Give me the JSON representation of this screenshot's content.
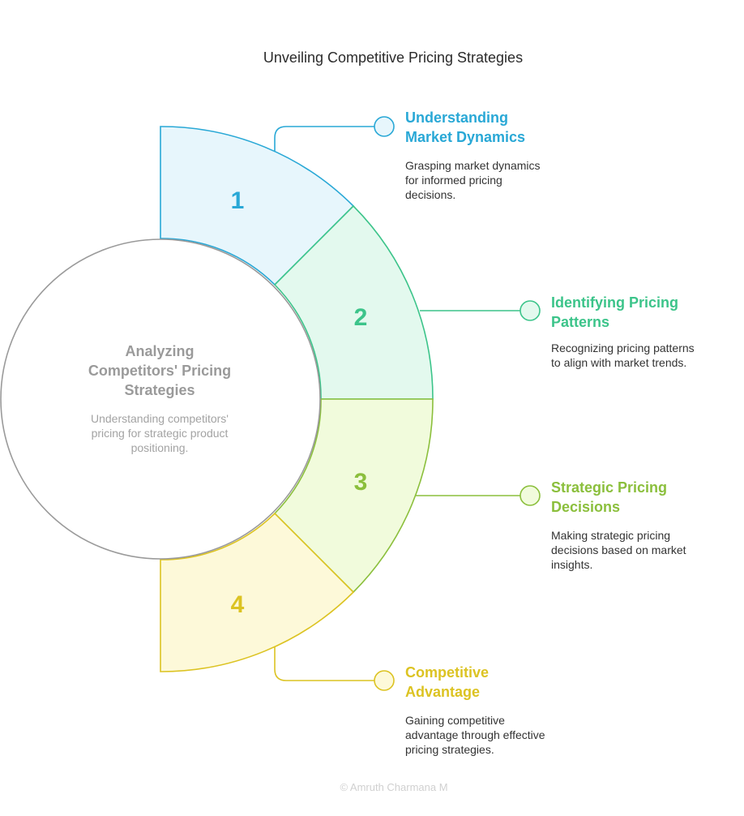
{
  "title": "Unveiling Competitive Pricing Strategies",
  "center": {
    "title_lines": [
      "Analyzing",
      "Competitors' Pricing",
      "Strategies"
    ],
    "desc_lines": [
      "Understanding competitors'",
      "pricing for strategic product",
      "positioning."
    ]
  },
  "steps": [
    {
      "number": "1",
      "heading_lines": [
        "Understanding",
        "Market Dynamics"
      ],
      "desc_lines": [
        "Grasping market dynamics",
        "for informed pricing",
        "decisions."
      ],
      "color": "#29a8d6",
      "fill": "#e7f6fc"
    },
    {
      "number": "2",
      "heading_lines": [
        "Identifying Pricing",
        "Patterns"
      ],
      "desc_lines": [
        "Recognizing pricing patterns",
        "to align with market trends."
      ],
      "color": "#3cc48a",
      "fill": "#e3f9ee"
    },
    {
      "number": "3",
      "heading_lines": [
        "Strategic Pricing",
        "Decisions"
      ],
      "desc_lines": [
        "Making strategic pricing",
        "decisions based on market",
        "insights."
      ],
      "color": "#8bbf3c",
      "fill": "#f1fbdc"
    },
    {
      "number": "4",
      "heading_lines": [
        "Competitive",
        "Advantage"
      ],
      "desc_lines": [
        "Gaining competitive",
        "advantage through effective",
        "pricing strategies."
      ],
      "color": "#dcc322",
      "fill": "#fdf9d9"
    }
  ],
  "credit": "© Amruth Charmana M"
}
